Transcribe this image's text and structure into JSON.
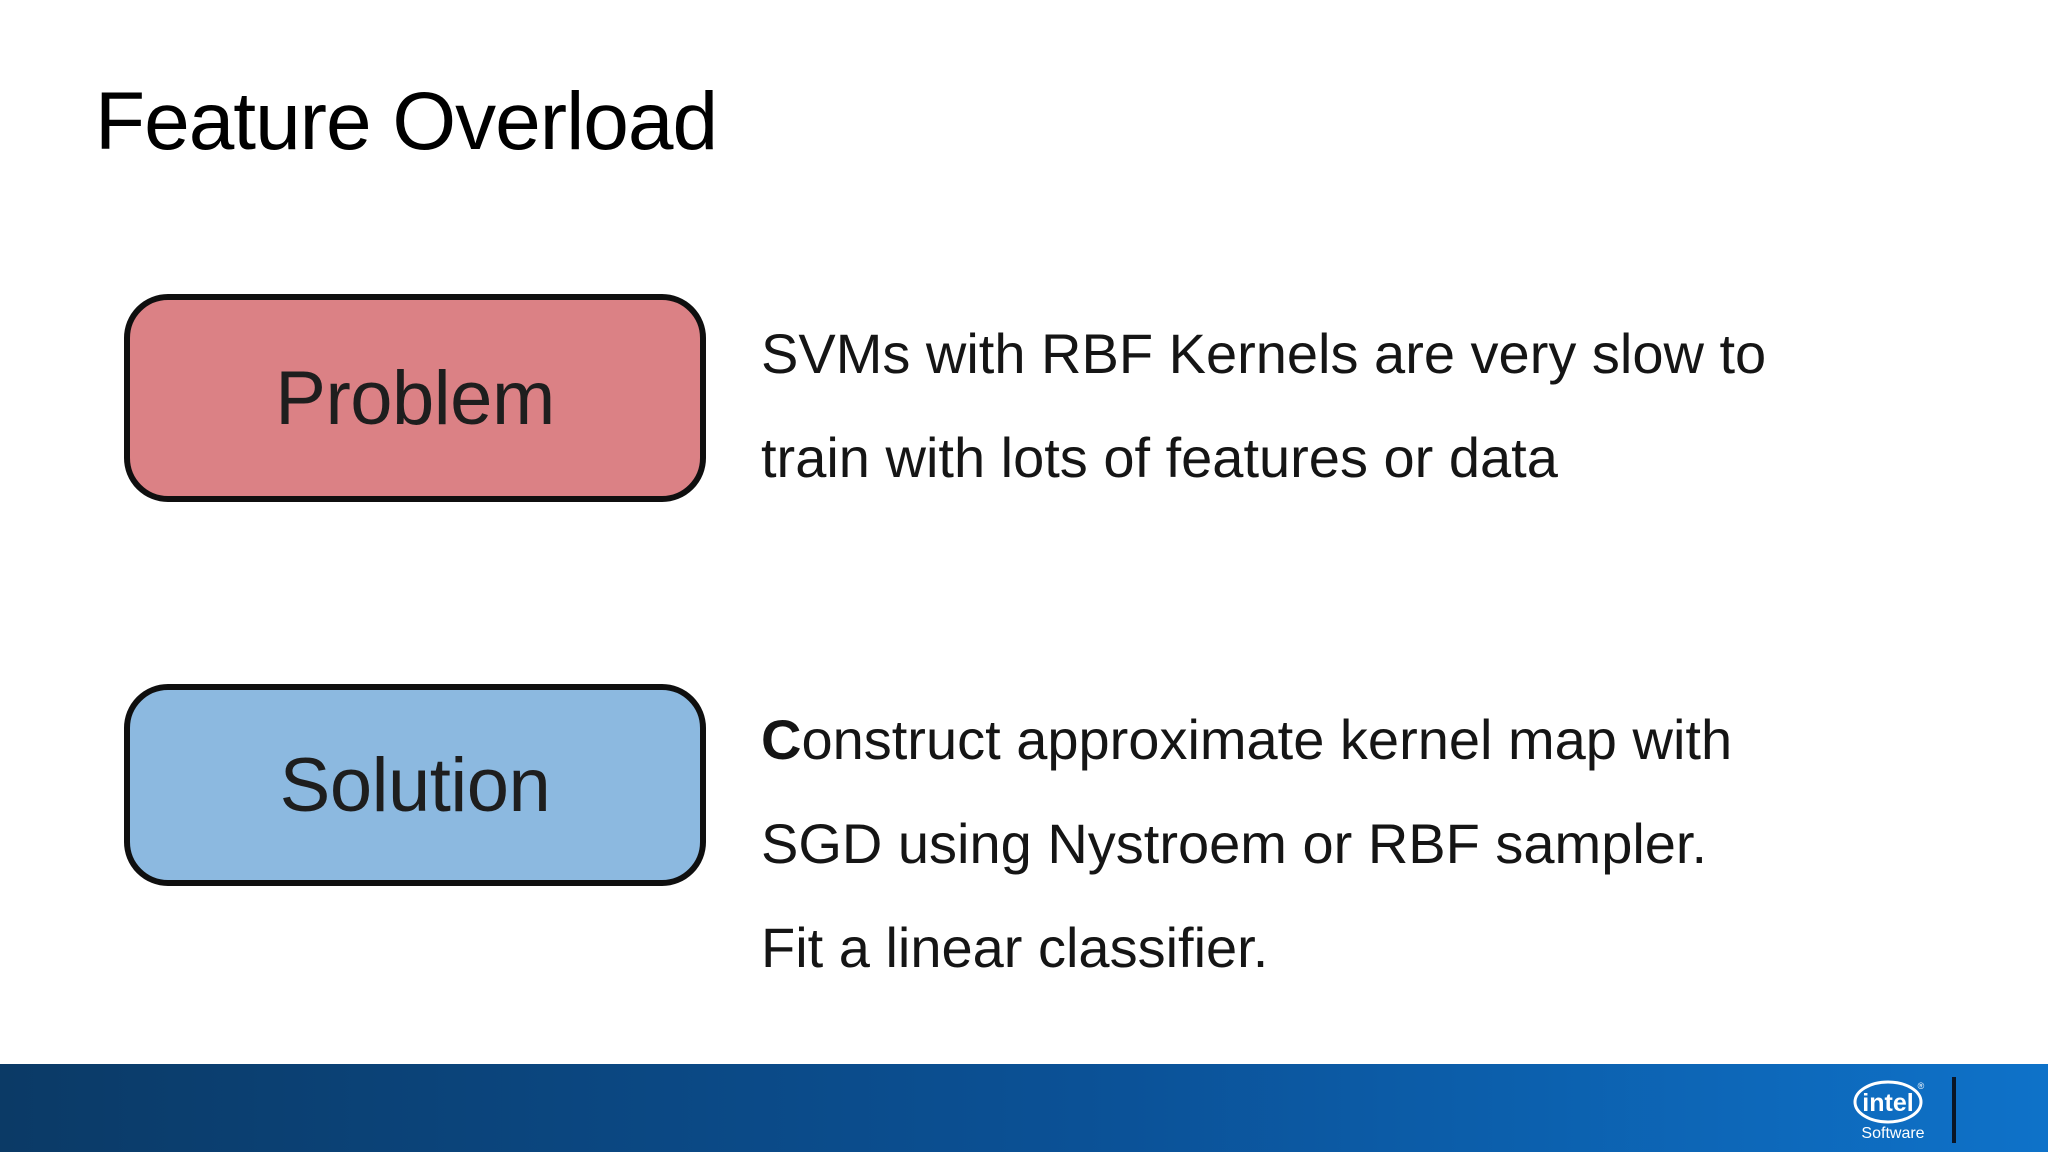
{
  "slide": {
    "title": "Feature Overload",
    "problem": {
      "label": "Problem",
      "lines": [
        "SVMs with RBF Kernels are very slow to",
        "train with lots of features or data"
      ]
    },
    "solution": {
      "label": "Solution",
      "line1_lead": "C",
      "line1_rest": "onstruct approximate kernel map with",
      "line2": "SGD using Nystroem or RBF sampler.",
      "line3": "Fit a linear classifier."
    }
  },
  "footer": {
    "logo_text": "intel",
    "registered_mark": "®",
    "logo_subtext": "Software"
  },
  "colors": {
    "problem_fill": "#db8185",
    "solution_fill": "#8cb9e0",
    "box_border": "#0f0f0f",
    "body_text": "#151515",
    "title_text": "#000000",
    "footer_gradient_left": "#0b3a66",
    "footer_gradient_right": "#0e72c9",
    "footer_divider": "#0a1626",
    "footer_text": "#ffffff"
  }
}
